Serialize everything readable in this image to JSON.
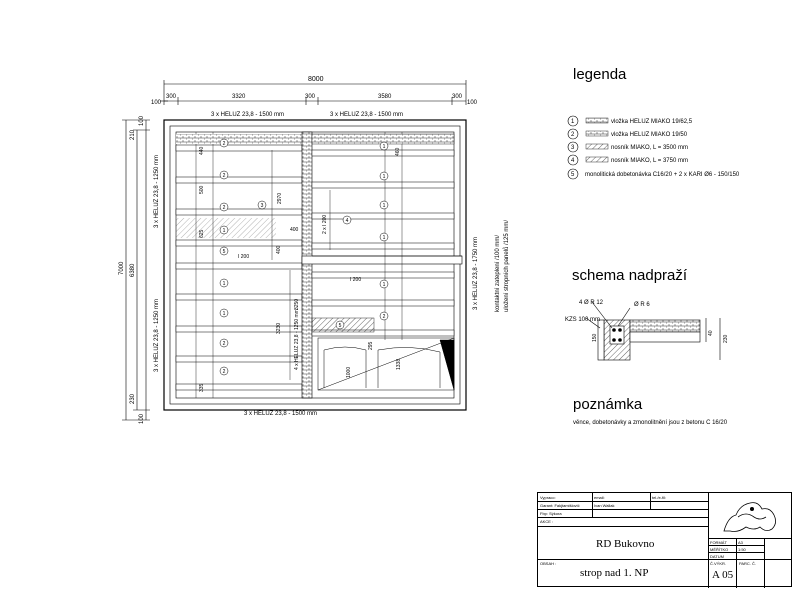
{
  "plan": {
    "dim_total_top": "8000",
    "dims_top": [
      "100",
      "300",
      "3320",
      "300",
      "3580",
      "300",
      "100"
    ],
    "heluz_top_left": "3 x HELUZ 23,8 - 1500 mm",
    "heluz_top_right": "3 x HELUZ 23,8 - 1500 mm",
    "heluz_bottom": "3 x HELUZ 23,8 - 1500 mm",
    "heluz_left_top": "3 x HELUZ 23,8 - 1250 mm",
    "heluz_left_bottom": "3 x HELUZ 23,8 - 1250 mm",
    "heluz_right": "3 x HELUZ 23,8 - 1750 mm",
    "heluz_middle": "4 x HELUZ 23,8 - 1250 mm",
    "dim_total_left": "7000",
    "dim_inner_left": "6380",
    "dims_left": [
      "100",
      "210",
      "230",
      "100"
    ],
    "note_right": "kontaktní zateplení /100 mm/",
    "note_right2": "uložení stropních panelů /125 mm/",
    "labels": [
      "I 200",
      "I 200",
      "2 x I 200",
      "400",
      "400",
      "2970",
      "3230",
      "3250",
      "1000",
      "1338",
      "295",
      "440",
      "625",
      "500",
      "335",
      "460"
    ]
  },
  "legend": {
    "title": "legenda",
    "items": [
      {
        "num": "1",
        "text": "vložka HELUZ MIAKO 19/62,5"
      },
      {
        "num": "2",
        "text": "vložka HELUZ MIAKO 19/50"
      },
      {
        "num": "3",
        "text": "nosník MIAKO, L = 3500 mm"
      },
      {
        "num": "4",
        "text": "nosník MIAKO, L = 3750 mm"
      },
      {
        "num": "5",
        "text": "monolitická dobetonávka C16/20 + 2 x KARI Ø6 - 150/150"
      }
    ]
  },
  "schema": {
    "title": "schema nadpraží",
    "label_bars": "4 Ø R 12",
    "label_stirrup": "Ø R 6",
    "label_kzs": "KZS 100 mm",
    "dim_150": "150",
    "dim_40": "40",
    "dim_230": "230"
  },
  "note": {
    "title": "poznámka",
    "text": "věnce, dobetonávky a zmonolitnění jsou z betonu C 16/20"
  },
  "titleblock": {
    "r1a": "Vypraco:",
    "r1b": "email:",
    "r1c": "tel./e-fil:",
    "r2a": "Garant: Fakjtamišlovič",
    "r2b": "Ivan Wallak",
    "r3a": "Fbp: Sýkora",
    "akce_label": "AKCE :",
    "project": "RD Bukovno",
    "obsah_label": "OBSAH :",
    "sheet": "strop nad 1. NP",
    "format_label": "FORMÁT",
    "format": "A3",
    "meritko_label": "MĚŘÍTKO",
    "meritko": "1:50",
    "datum_label": "DATUM",
    "cvyk_label": "Č.VÝKR.",
    "cvyk": "A 05",
    "parc_label": "PARC. Č."
  }
}
